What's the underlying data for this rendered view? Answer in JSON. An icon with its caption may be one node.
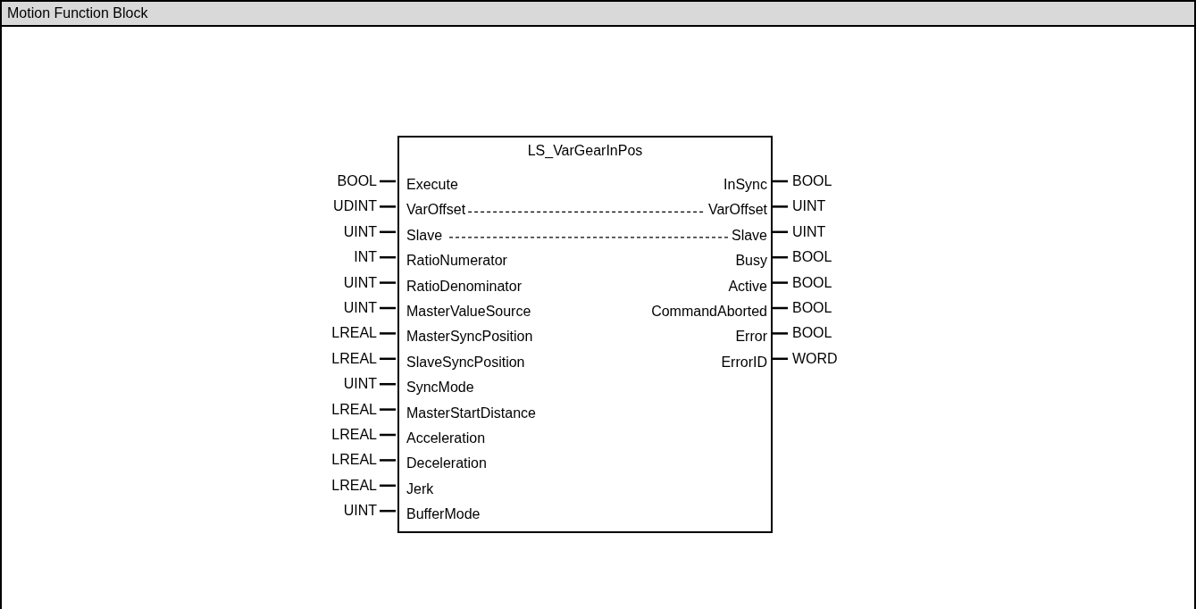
{
  "diagram": {
    "nodes": [
      {
        "text": [
          "Motion Function Block"
        ]
      },
      {
        "text": [
          "LS_VarGearInPos",
          "Execute",
          "VarOffset",
          "Slave",
          "RatioNumerator",
          "RatioDenominator",
          "MasterValueSource",
          "MasterSyncPosition",
          "SlaveSyncPosition",
          "SyncMode",
          "MasterStartDistance",
          "Acceleration",
          "Deceleration",
          "Jerk",
          "BufferMode",
          "InSync",
          "VarOffset",
          "Slave",
          "Busy",
          "Active",
          "CommandAborted",
          "Error",
          "ErrorID"
        ],
        "in": 0,
        "beside": [
          "BOOL",
          "UDINT",
          "UINT",
          "INT",
          "UINT",
          "UINT",
          "LREAL",
          "LREAL",
          "UINT",
          "LREAL",
          "LREAL",
          "LREAL",
          "LREAL",
          "UINT",
          "BOOL",
          "UINT",
          "UINT",
          "BOOL",
          "BOOL",
          "BOOL",
          "BOOL",
          "WORD"
        ]
      }
    ]
  }
}
